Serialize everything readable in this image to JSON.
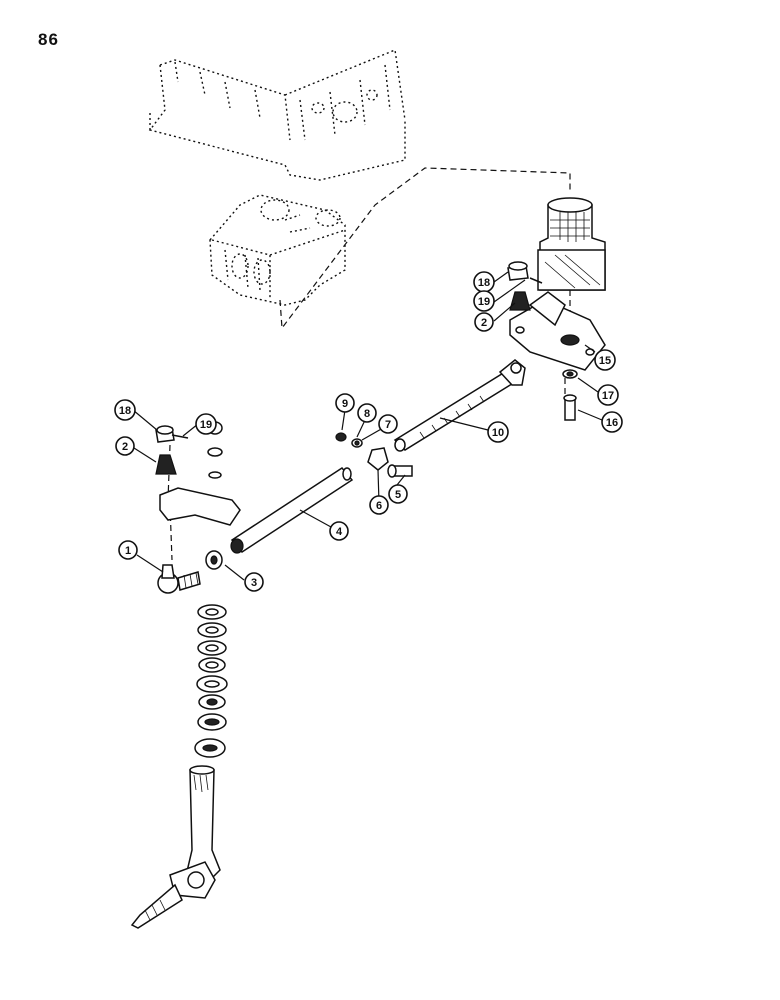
{
  "page": {
    "number": "86"
  },
  "callouts": [
    {
      "id": "c1",
      "label": "1"
    },
    {
      "id": "c2a",
      "label": "2"
    },
    {
      "id": "c2b",
      "label": "2"
    },
    {
      "id": "c3",
      "label": "3"
    },
    {
      "id": "c4",
      "label": "4"
    },
    {
      "id": "c5",
      "label": "5"
    },
    {
      "id": "c6",
      "label": "6"
    },
    {
      "id": "c7",
      "label": "7"
    },
    {
      "id": "c8",
      "label": "8"
    },
    {
      "id": "c9",
      "label": "9"
    },
    {
      "id": "c10",
      "label": "10"
    },
    {
      "id": "c15",
      "label": "15"
    },
    {
      "id": "c16",
      "label": "16"
    },
    {
      "id": "c17",
      "label": "17"
    },
    {
      "id": "c18a",
      "label": "18"
    },
    {
      "id": "c18b",
      "label": "18"
    },
    {
      "id": "c19a",
      "label": "19"
    },
    {
      "id": "c19b",
      "label": "19"
    }
  ]
}
